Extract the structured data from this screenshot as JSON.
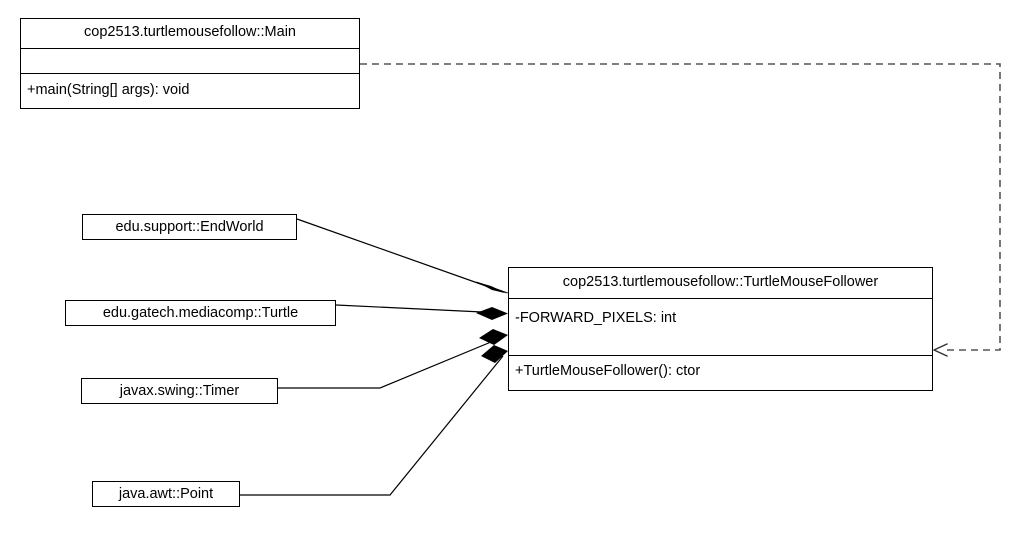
{
  "diagram": {
    "type": "uml-class-diagram",
    "background_color": "#ffffff",
    "line_color": "#000000",
    "classes": [
      {
        "id": "main",
        "name": "cop2513.turtlemousefollow::Main",
        "attributes": [],
        "operations": [
          "+main(String[] args): void"
        ]
      },
      {
        "id": "turtlemousefollower",
        "name": "cop2513.turtlemousefollow::TurtleMouseFollower",
        "attributes": [
          "-FORWARD_PIXELS: int"
        ],
        "operations": [
          "+TurtleMouseFollower(): ctor"
        ]
      },
      {
        "id": "endworld",
        "name": "edu.support::EndWorld",
        "attributes": [],
        "operations": []
      },
      {
        "id": "turtle",
        "name": "edu.gatech.mediacomp::Turtle",
        "attributes": [],
        "operations": []
      },
      {
        "id": "timer",
        "name": "javax.swing::Timer",
        "attributes": [],
        "operations": []
      },
      {
        "id": "point",
        "name": "java.awt::Point",
        "attributes": [],
        "operations": []
      }
    ],
    "relationships": [
      {
        "id": "rel-endworld",
        "kind": "composition",
        "from": "endworld",
        "to": "turtlemousefollower",
        "style": "solid",
        "end_marker": "filled-diamond"
      },
      {
        "id": "rel-turtle",
        "kind": "composition",
        "from": "turtle",
        "to": "turtlemousefollower",
        "style": "solid",
        "end_marker": "filled-diamond"
      },
      {
        "id": "rel-timer",
        "kind": "composition",
        "from": "timer",
        "to": "turtlemousefollower",
        "style": "solid",
        "end_marker": "filled-diamond"
      },
      {
        "id": "rel-point",
        "kind": "composition",
        "from": "point",
        "to": "turtlemousefollower",
        "style": "solid",
        "end_marker": "filled-diamond"
      },
      {
        "id": "rel-main-dependency",
        "kind": "dependency",
        "from": "main",
        "to": "turtlemousefollower",
        "style": "dashed",
        "end_marker": "open-arrow"
      }
    ]
  }
}
